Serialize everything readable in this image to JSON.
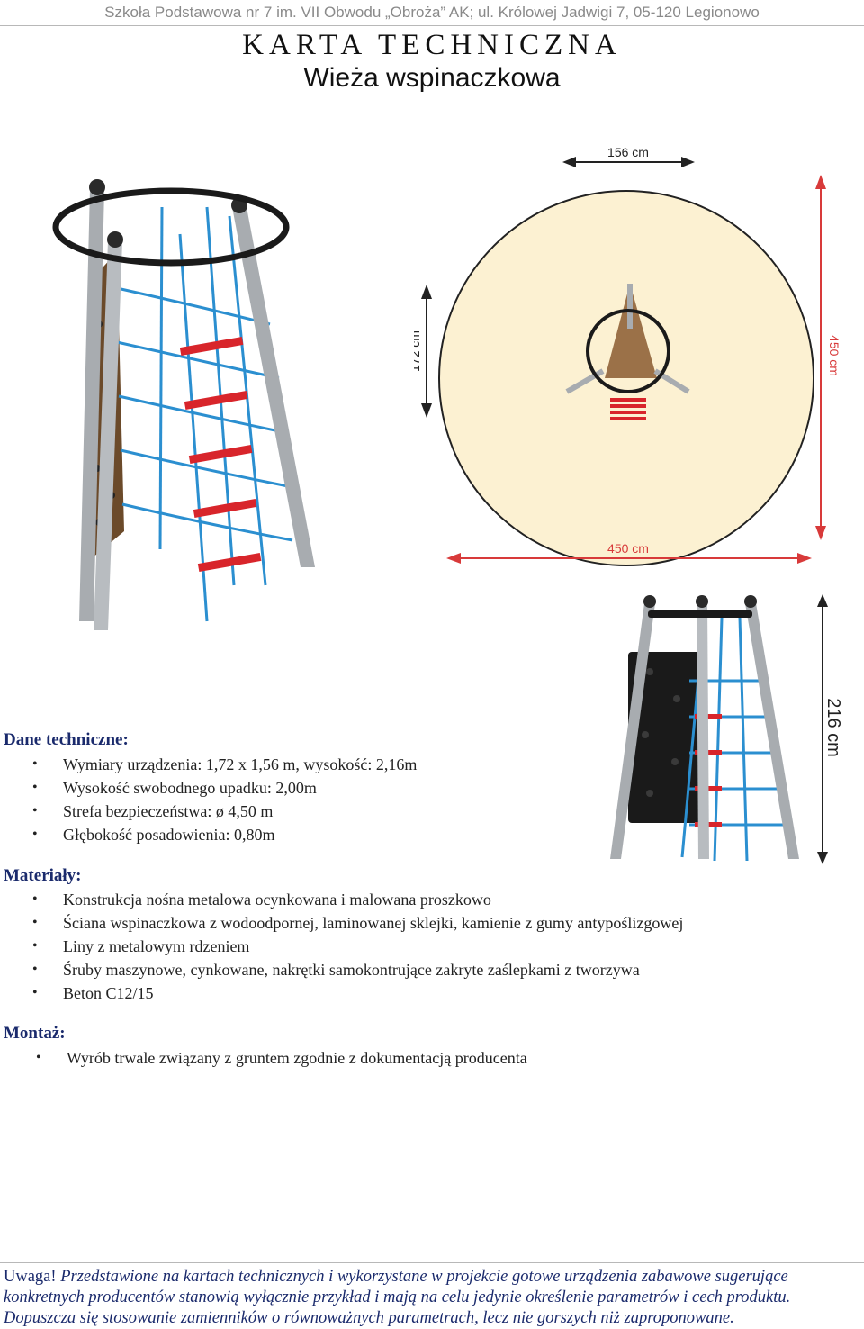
{
  "header": {
    "school_line": "Szkoła Podstawowa nr 7 im. VII Obwodu „Obroża” AK;  ul. Królowej Jadwigi 7, 05-120 Legionowo",
    "title": "KARTA TECHNICZNA",
    "subtitle": "Wieża wspinaczkowa"
  },
  "plan_drawing": {
    "width_label": "156 cm",
    "depth_label": "172 cm",
    "zone_height_label": "450 cm",
    "zone_width_label": "450 cm",
    "zone_color": "#fcf1d2"
  },
  "side_drawing": {
    "height_label": "216 cm"
  },
  "sections": {
    "technical": {
      "heading": "Dane techniczne:",
      "items": [
        "Wymiary urządzenia:  1,72 x 1,56 m, wysokość: 2,16m",
        "Wysokość swobodnego upadku: 2,00m",
        "Strefa  bezpieczeństwa:  ø 4,50 m",
        "Głębokość posadowienia: 0,80m"
      ]
    },
    "materials": {
      "heading": "Materiały:",
      "items": [
        "Konstrukcja nośna metalowa ocynkowana i malowana proszkowo",
        "Ściana wspinaczkowa z wodoodpornej, laminowanej sklejki, kamienie z gumy antypoślizgowej",
        "Liny z metalowym rdzeniem",
        "Śruby maszynowe, cynkowane, nakrętki samokontrujące zakryte zaślepkami z tworzywa",
        "Beton C12/15"
      ]
    },
    "assembly": {
      "heading": "Montaż:",
      "items": [
        "Wyrób trwale związany z gruntem zgodnie z dokumentacją producenta"
      ]
    }
  },
  "footer": {
    "lead": "Uwaga!",
    "line1": " Przedstawione na kartach technicznych i wykorzystane w projekcie gotowe urządzenia zabawowe sugerujące",
    "line2": "konkretnych producentów stanowią wyłącznie przykład i mają na celu jedynie określenie parametrów i cech produktu.",
    "line3": "Dopuszcza się stosowanie zamienników o równoważnych parametrach, lecz nie gorszych niż zaproponowane."
  },
  "colors": {
    "text_heading": "#1a2a6c",
    "rope_blue": "#2b8fd0",
    "rung_red": "#d8252b",
    "post_grey": "#a8acb0",
    "wall_brown": "#6b4a2a",
    "dimension_red": "#d83a3a"
  },
  "bullet_symbol": "•"
}
